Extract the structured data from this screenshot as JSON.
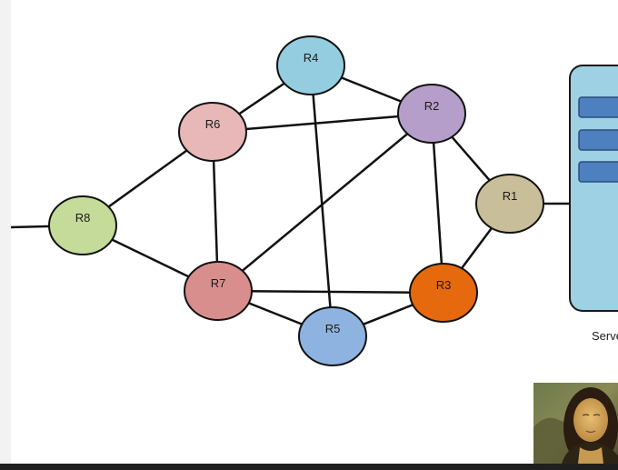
{
  "diagram": {
    "nodes": [
      {
        "id": "R1",
        "label": "R1",
        "color": "#c8be99"
      },
      {
        "id": "R2",
        "label": "R2",
        "color": "#b59ec9"
      },
      {
        "id": "R3",
        "label": "R3",
        "color": "#e7690d"
      },
      {
        "id": "R4",
        "label": "R4",
        "color": "#93cddf"
      },
      {
        "id": "R5",
        "label": "R5",
        "color": "#8eb3e1"
      },
      {
        "id": "R6",
        "label": "R6",
        "color": "#e8b7b8"
      },
      {
        "id": "R7",
        "label": "R7",
        "color": "#d98e8e"
      },
      {
        "id": "R8",
        "label": "R8",
        "color": "#c4db99"
      }
    ],
    "edges": [
      [
        "R4",
        "R6"
      ],
      [
        "R4",
        "R2"
      ],
      [
        "R4",
        "R5"
      ],
      [
        "R6",
        "R2"
      ],
      [
        "R6",
        "R8"
      ],
      [
        "R6",
        "R7"
      ],
      [
        "R2",
        "R7"
      ],
      [
        "R2",
        "R3"
      ],
      [
        "R2",
        "R1"
      ],
      [
        "R1",
        "R3"
      ],
      [
        "R1",
        "server"
      ],
      [
        "R8",
        "R7"
      ],
      [
        "R8",
        "external"
      ],
      [
        "R7",
        "R3"
      ],
      [
        "R7",
        "R5"
      ],
      [
        "R5",
        "R3"
      ]
    ],
    "server": {
      "label": "Serve",
      "fill": "#9dd1e3",
      "bar_color": "#4e7fbf"
    }
  },
  "thumbnail": {
    "icon": "mona-lisa-image"
  }
}
